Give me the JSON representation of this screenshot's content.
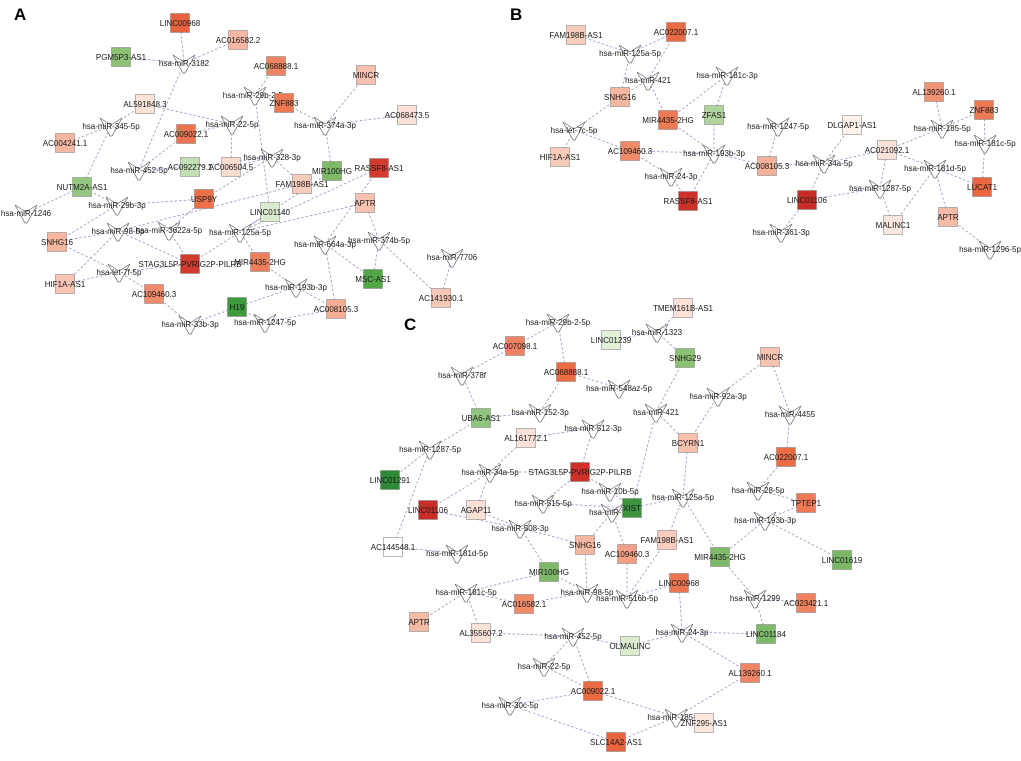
{
  "panels": {
    "A": {
      "label": "A",
      "lncrnas": [
        {
          "id": "LINC00968",
          "color": "#e8613f"
        },
        {
          "id": "AC016582.2",
          "color": "#f6b8a3"
        },
        {
          "id": "PGM5P3-AS1",
          "color": "#8dc276"
        },
        {
          "id": "AC068888.1",
          "color": "#ee8462"
        },
        {
          "id": "MINCR",
          "color": "#f6bfae"
        },
        {
          "id": "AL591848.3",
          "color": "#fbe3da"
        },
        {
          "id": "ZNF883",
          "color": "#ed7954"
        },
        {
          "id": "AC068473.5",
          "color": "#fbe0d6"
        },
        {
          "id": "AC009022.1",
          "color": "#ec7450"
        },
        {
          "id": "AC004241.1",
          "color": "#f5b7a1"
        },
        {
          "id": "AC092279.1",
          "color": "#c4deb4"
        },
        {
          "id": "AC006504.5",
          "color": "#fadccf"
        },
        {
          "id": "MIR100HG",
          "color": "#7fb968"
        },
        {
          "id": "RASSF8-AS1",
          "color": "#d63a2f"
        },
        {
          "id": "NUTM2A-AS1",
          "color": "#96c782"
        },
        {
          "id": "USP9Y",
          "color": "#ec7048"
        },
        {
          "id": "FAM198B-AS1",
          "color": "#f8cbbb"
        },
        {
          "id": "LINC01140",
          "color": "#d9ecce"
        },
        {
          "id": "APTR",
          "color": "#f7c2b1"
        },
        {
          "id": "SNHG16",
          "color": "#f6b69f"
        },
        {
          "id": "STAG3L5P-PVRIG2P-PILRB",
          "color": "#d23a2e"
        },
        {
          "id": "MIR4435-2HG",
          "color": "#ed7f5c"
        },
        {
          "id": "MSC-AS1",
          "color": "#53a648"
        },
        {
          "id": "AC141930.1",
          "color": "#f7c7b7"
        },
        {
          "id": "HIF1A-AS1",
          "color": "#f7c4b3"
        },
        {
          "id": "AC109460.3",
          "color": "#ef8b6b"
        },
        {
          "id": "H19",
          "color": "#3e9a3c"
        },
        {
          "id": "AC008105.3",
          "color": "#f4ae96"
        }
      ],
      "mirnas": [
        "hsa-miR-3182",
        "hsa-miR-29b-2-5p",
        "hsa-miR-22-5p",
        "hsa-miR-374a-3p",
        "hsa-miR-345-5p",
        "hsa-miR-328-3p",
        "hsa-miR-452-5p",
        "hsa-miR-29b-3p",
        "hsa-miR-1246",
        "hsa-miR-3622a-5p",
        "hsa-miR-98-5p",
        "hsa-miR-125a-5p",
        "hsa-miR-664a-3p",
        "hsa-miR-374b-5p",
        "hsa-miR-7706",
        "hsa-let-7f-5p",
        "hsa-miR-193b-3p",
        "hsa-miR-33b-3p",
        "hsa-miR-1247-5p"
      ]
    },
    "B": {
      "label": "B",
      "lncrnas": [
        {
          "id": "FAM198B-AS1",
          "color": "#f8cdbd"
        },
        {
          "id": "AC022007.1",
          "color": "#ea6a43"
        },
        {
          "id": "SNHG16",
          "color": "#f6b7a0"
        },
        {
          "id": "MIR4435-2HG",
          "color": "#ec7a55"
        },
        {
          "id": "ZFAS1",
          "color": "#b2d59f"
        },
        {
          "id": "AL139260.1",
          "color": "#f09474"
        },
        {
          "id": "ZNF883",
          "color": "#ed7954"
        },
        {
          "id": "HIF1A-AS1",
          "color": "#f8cbbb"
        },
        {
          "id": "AC109460.3",
          "color": "#ef8a69"
        },
        {
          "id": "DLGAP1-AS1",
          "color": "#fdf1ec"
        },
        {
          "id": "AC021092.1",
          "color": "#fbe2d8"
        },
        {
          "id": "AC008105.3",
          "color": "#f4b099"
        },
        {
          "id": "RASSF8-AS1",
          "color": "#cc3229"
        },
        {
          "id": "LINC01106",
          "color": "#c92d27"
        },
        {
          "id": "LUCAT1",
          "color": "#ea6740"
        },
        {
          "id": "APTR",
          "color": "#f6bba7"
        },
        {
          "id": "MALINC1",
          "color": "#fce8e0"
        }
      ],
      "mirnas": [
        "hsa-miR-125a-5p",
        "hsa-miR-421",
        "hsa-miR-181c-3p",
        "hsa-let-7c-5p",
        "hsa-miR-1247-5p",
        "hsa-miR-185-5p",
        "hsa-miR-181c-5p",
        "hsa-miR-193b-3p",
        "hsa-miR-34a-5p",
        "hsa-miR-181d-5p",
        "hsa-miR-24-3p",
        "hsa-miR-1287-5p",
        "hsa-miR-361-3p",
        "hsa-miR-1296-5p"
      ]
    },
    "C": {
      "label": "C",
      "lncrnas": [
        {
          "id": "TMEM161B-AS1",
          "color": "#fbe1d7"
        },
        {
          "id": "AC007098.1",
          "color": "#ee8363"
        },
        {
          "id": "LINC01239",
          "color": "#e3f0da"
        },
        {
          "id": "SNHG29",
          "color": "#8cc274"
        },
        {
          "id": "MINCR",
          "color": "#f7c4b2"
        },
        {
          "id": "AC068888.1",
          "color": "#ea6b44"
        },
        {
          "id": "UBA6-AS1",
          "color": "#91c47c"
        },
        {
          "id": "AL161772.1",
          "color": "#fbe2d9"
        },
        {
          "id": "BCYRN1",
          "color": "#f7c0ad"
        },
        {
          "id": "AC022007.1",
          "color": "#eb6d46"
        },
        {
          "id": "STAG3L5P-PVRIG2P-PILRB",
          "color": "#cd3128"
        },
        {
          "id": "LINC01291",
          "color": "#2e8a36"
        },
        {
          "id": "LINC01106",
          "color": "#c92d27"
        },
        {
          "id": "AGAP11",
          "color": "#fbe0d6"
        },
        {
          "id": "XIST",
          "color": "#3a9440"
        },
        {
          "id": "TPTEP1",
          "color": "#ed7a55"
        },
        {
          "id": "AC144548.1",
          "color": "#ffffff"
        },
        {
          "id": "SNHG16",
          "color": "#f6b7a0"
        },
        {
          "id": "FAM198B-AS1",
          "color": "#f8cdbd"
        },
        {
          "id": "MIR4435-2HG",
          "color": "#7eb96a"
        },
        {
          "id": "LINC01619",
          "color": "#7ab766"
        },
        {
          "id": "AC109460.3",
          "color": "#f2a085"
        },
        {
          "id": "MIR100HG",
          "color": "#7fb968"
        },
        {
          "id": "LINC00968",
          "color": "#ec7450"
        },
        {
          "id": "AC016582.1",
          "color": "#ef8c6c"
        },
        {
          "id": "AC023421.1",
          "color": "#ee8261"
        },
        {
          "id": "APTR",
          "color": "#f6bba7"
        },
        {
          "id": "AL355607.2",
          "color": "#fbe3d9"
        },
        {
          "id": "OLMALINC",
          "color": "#d9ecce"
        },
        {
          "id": "LINC01184",
          "color": "#7eb96a"
        },
        {
          "id": "AL139260.1",
          "color": "#ee8666"
        },
        {
          "id": "AC009022.1",
          "color": "#ea6a43"
        },
        {
          "id": "ZNF295-AS1",
          "color": "#fce6de"
        },
        {
          "id": "SLC14A2-AS1",
          "color": "#e9643d"
        }
      ],
      "mirnas": [
        "hsa-miR-29b-2-5p",
        "hsa-miR-1323",
        "hsa-miR-378f",
        "hsa-miR-548az-5p",
        "hsa-miR-92a-3p",
        "hsa-miR-4455",
        "hsa-miR-152-3p",
        "hsa-miR-421",
        "hsa-miR-512-3p",
        "hsa-miR-1287-5p",
        "hsa-miR-34a-5p",
        "hsa-miR-10b-5p",
        "hsa-miR-28-5p",
        "hsa-miR-515-5p",
        "hsa-miR-107",
        "hsa-miR-125a-5p",
        "hsa-miR-193b-3p",
        "hsa-miR-508-3p",
        "hsa-miR-181d-5p",
        "hsa-miR-1299",
        "hsa-miR-181c-5p",
        "hsa-miR-98-5p",
        "hsa-miR-516b-5p",
        "hsa-miR-452-5p",
        "hsa-miR-24-3p",
        "hsa-miR-22-5p",
        "hsa-miR-30c-5p",
        "hsa-miR-185-5p"
      ]
    }
  }
}
